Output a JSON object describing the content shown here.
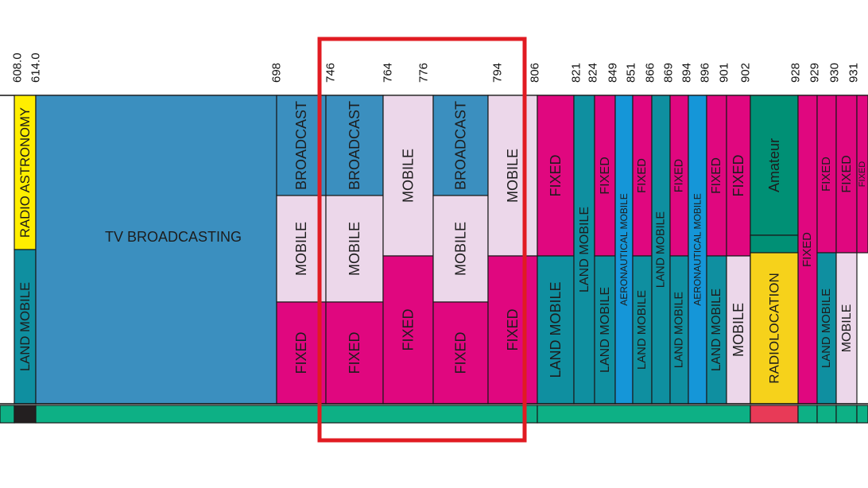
{
  "colors": {
    "fixed": "#e0077f",
    "mobile": "#ecd7ea",
    "broadcast": "#3b8fbf",
    "land_mobile": "#0f8fa0",
    "aeronautical_mobile": "#1596d8",
    "amateur": "#009075",
    "radiolocation": "#f6d21b",
    "radio_astronomy": "#ffee00",
    "strip_green": "#0db085",
    "strip_red": "#e83a57",
    "strip_black": "#231f20",
    "highlight": "#e11b22"
  },
  "frequencies": [
    "608.0",
    "614.0",
    "698",
    "746",
    "764",
    "776",
    "794",
    "806",
    "821",
    "824",
    "849",
    "851",
    "866",
    "869",
    "894",
    "896",
    "901",
    "902",
    "928",
    "929",
    "930",
    "931"
  ],
  "bands": [
    {
      "freq": "608.0-614.0",
      "cells": [
        {
          "service": "RADIO ASTRONOMY",
          "kind": "radio_astronomy"
        },
        {
          "service": "LAND MOBILE",
          "kind": "land_mobile"
        }
      ]
    },
    {
      "freq": "614.0-698",
      "cells": [
        {
          "service": "TV BROADCASTING",
          "kind": "broadcast"
        }
      ]
    },
    {
      "freq": "698-746",
      "cells": [
        {
          "service": "BROADCAST",
          "kind": "broadcast"
        },
        {
          "service": "MOBILE",
          "kind": "mobile"
        },
        {
          "service": "FIXED",
          "kind": "fixed"
        }
      ]
    },
    {
      "freq": "746-764",
      "cells": [
        {
          "service": "BROADCAST",
          "kind": "broadcast"
        },
        {
          "service": "MOBILE",
          "kind": "mobile"
        },
        {
          "service": "FIXED",
          "kind": "fixed"
        }
      ]
    },
    {
      "freq": "764-776",
      "cells": [
        {
          "service": "MOBILE",
          "kind": "mobile"
        },
        {
          "service": "FIXED",
          "kind": "fixed"
        }
      ]
    },
    {
      "freq": "776-794",
      "cells": [
        {
          "service": "BROADCAST",
          "kind": "broadcast"
        },
        {
          "service": "MOBILE",
          "kind": "mobile"
        },
        {
          "service": "FIXED",
          "kind": "fixed"
        }
      ]
    },
    {
      "freq": "794-806",
      "cells": [
        {
          "service": "MOBILE",
          "kind": "mobile"
        },
        {
          "service": "FIXED",
          "kind": "fixed"
        }
      ]
    },
    {
      "freq": "806-821",
      "cells": [
        {
          "service": "FIXED",
          "kind": "fixed"
        },
        {
          "service": "LAND MOBILE",
          "kind": "land_mobile"
        }
      ]
    },
    {
      "freq": "821-824",
      "cells": [
        {
          "service": "LAND MOBILE",
          "kind": "land_mobile"
        }
      ]
    },
    {
      "freq": "824-849",
      "cells": [
        {
          "service": "FIXED",
          "kind": "fixed"
        },
        {
          "service": "LAND MOBILE",
          "kind": "land_mobile"
        }
      ]
    },
    {
      "freq": "849-851",
      "cells": [
        {
          "service": "AERONAUTICAL MOBILE",
          "kind": "aeronautical_mobile"
        }
      ]
    },
    {
      "freq": "851-866",
      "cells": [
        {
          "service": "FIXED",
          "kind": "fixed"
        },
        {
          "service": "LAND MOBILE",
          "kind": "land_mobile"
        }
      ]
    },
    {
      "freq": "866-869",
      "cells": [
        {
          "service": "LAND MOBILE",
          "kind": "land_mobile"
        }
      ]
    },
    {
      "freq": "869-894",
      "cells": [
        {
          "service": "FIXED",
          "kind": "fixed"
        },
        {
          "service": "LAND MOBILE",
          "kind": "land_mobile"
        }
      ]
    },
    {
      "freq": "894-896",
      "cells": [
        {
          "service": "AERONAUTICAL MOBILE",
          "kind": "aeronautical_mobile"
        }
      ]
    },
    {
      "freq": "896-901",
      "cells": [
        {
          "service": "FIXED",
          "kind": "fixed"
        },
        {
          "service": "LAND MOBILE",
          "kind": "land_mobile"
        }
      ]
    },
    {
      "freq": "901-902",
      "cells": [
        {
          "service": "FIXED",
          "kind": "fixed"
        },
        {
          "service": "MOBILE",
          "kind": "mobile"
        }
      ]
    },
    {
      "freq": "902-928",
      "cells": [
        {
          "service": "Amateur",
          "kind": "amateur"
        },
        {
          "service": "RADIOLOCATION",
          "kind": "radiolocation"
        }
      ]
    },
    {
      "freq": "928-929",
      "cells": [
        {
          "service": "FIXED",
          "kind": "fixed"
        }
      ]
    },
    {
      "freq": "929-930",
      "cells": [
        {
          "service": "FIXED",
          "kind": "fixed"
        },
        {
          "service": "LAND MOBILE",
          "kind": "land_mobile"
        }
      ]
    },
    {
      "freq": "930-931",
      "cells": [
        {
          "service": "FIXED",
          "kind": "fixed"
        },
        {
          "service": "MOBILE",
          "kind": "mobile"
        }
      ]
    },
    {
      "freq": "931-",
      "cells": [
        {
          "service": "FIXED",
          "kind": "fixed"
        }
      ]
    }
  ],
  "highlight_range": [
    "746",
    "806"
  ]
}
